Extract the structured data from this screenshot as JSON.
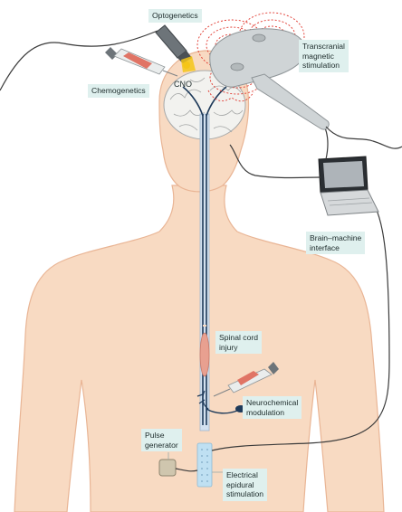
{
  "labels": {
    "optogenetics": "Optogenetics",
    "chemogenetics": "Chemogenetics",
    "cno": "CNO",
    "tms": "Transcranial\nmagnetic\nstimulation",
    "bmi": "Brain–machine\ninterface",
    "sci": "Spinal cord\ninjury",
    "neurochemical": "Neurochemical\nmodulation",
    "pulse_generator": "Pulse\ngenerator",
    "electrical": "Electrical\nepidural\nstimulation"
  },
  "colors": {
    "skin": "#f8dac2",
    "skin_outline": "#e9b595",
    "brain": "#f2f2ef",
    "spinal_cord": "#d3e1f0",
    "nerve": "#1e3a5a",
    "label_bg": "#dff0ee",
    "cable": "#3b3b3b",
    "magnetic_field": "#e0352b",
    "stimulator": "#cfd4d6",
    "syringe_plunger": "#e07465",
    "injury": "#e8a090",
    "light_glow": "#f5c518",
    "electrode_array": "#bfe0f2"
  }
}
